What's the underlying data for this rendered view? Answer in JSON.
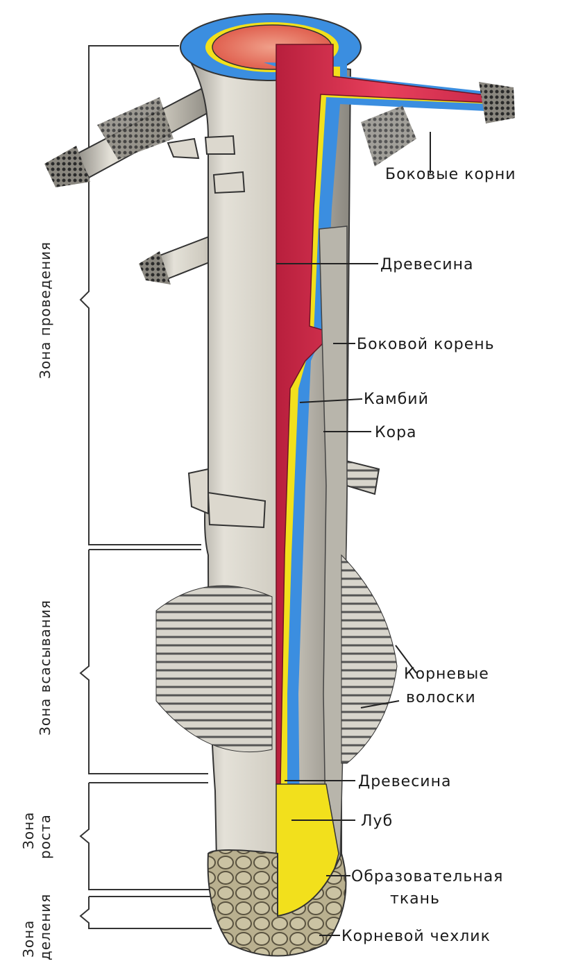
{
  "labels": {
    "lateral_roots": "Боковые корни",
    "wood_top": "Древесина",
    "lateral_root": "Боковой корень",
    "cambium": "Камбий",
    "cortex": "Кора",
    "root_hairs_1": "Корневые",
    "root_hairs_2": "волоски",
    "wood_bottom": "Древесина",
    "phloem": "Луб",
    "meristem_1": "Образовательная",
    "meristem_2": "ткань",
    "root_cap": "Корневой чехлик"
  },
  "zones": {
    "conduction": "Зона проведения",
    "absorption": "Зона всасывания",
    "growth_1": "Зона",
    "growth_2": "роста",
    "division_1": "Зона",
    "division_2": "деления"
  },
  "colors": {
    "wood": "#d9304f",
    "phloem": "#3b8ee0",
    "cambium": "#f2e01c",
    "cortex": "#b8b5ab",
    "outer": "#cfcbc0",
    "line": "#222222"
  }
}
